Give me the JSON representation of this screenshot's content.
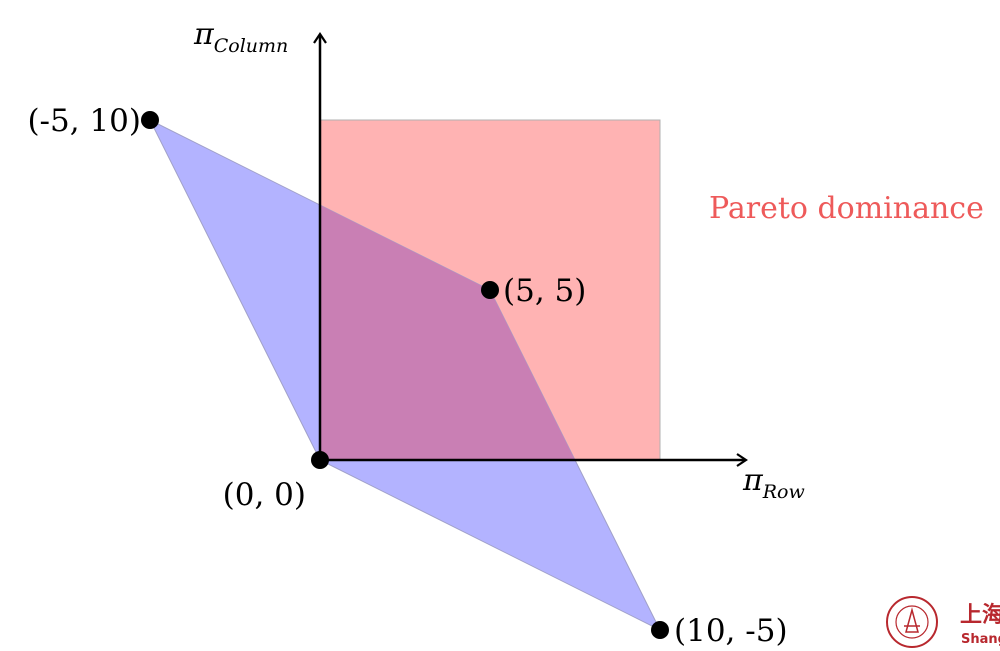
{
  "diagram": {
    "pareto_label": "Pareto dominance",
    "x_axis": {
      "symbol": "π",
      "subscript": "Row"
    },
    "y_axis": {
      "symbol": "π",
      "subscript": "Column"
    },
    "points": [
      {
        "label": "(-5, 10)",
        "x": -5,
        "y": 10
      },
      {
        "label": "(5, 5)",
        "x": 5,
        "y": 5
      },
      {
        "label": "(0, 0)",
        "x": 0,
        "y": 0
      },
      {
        "label": "(10, -5)",
        "x": 10,
        "y": -5
      }
    ],
    "feasible_region": {
      "vertices": [
        [
          -5,
          10
        ],
        [
          5,
          5
        ],
        [
          10,
          -5
        ],
        [
          0,
          0
        ]
      ],
      "color": "#b3b3ff"
    },
    "dominance_region": {
      "x_range": [
        0,
        10
      ],
      "y_range": [
        0,
        10
      ],
      "color": "#ffb3b3"
    },
    "overlap_color": "#c97fb4",
    "pareto_color": "#ee5a5a"
  },
  "logo": {
    "chars": "上海",
    "text_fragment": "Shang",
    "color": "#b8282e"
  }
}
